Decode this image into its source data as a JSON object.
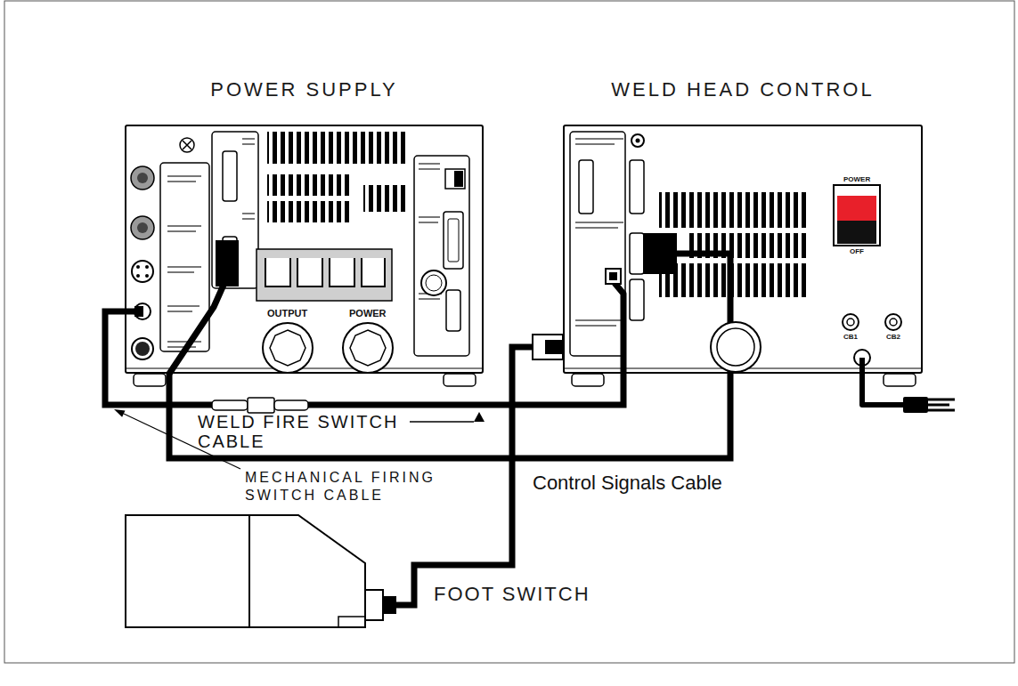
{
  "diagram": {
    "nodes": [
      {
        "text": [
          "POWER SUPPLY"
        ]
      },
      {
        "text": [
          "WELD HEAD CONTROL"
        ]
      },
      {
        "text": [
          "FOOT SWITCH"
        ]
      }
    ],
    "edges": [
      {
        "from": 0,
        "to": 1,
        "arrow": "none"
      },
      {
        "from": 0,
        "to": 1,
        "arrow": "none"
      },
      {
        "from": 2,
        "to": 1,
        "arrow": "none"
      }
    ],
    "labels": [
      "OUTPUT",
      "POWER",
      "POWER",
      "OFF",
      "CB1",
      "CB2",
      "WELD FIRE SWITCH CABLE",
      "MECHANICAL FIRING SWITCH CABLE",
      "Control Signals Cable"
    ]
  }
}
